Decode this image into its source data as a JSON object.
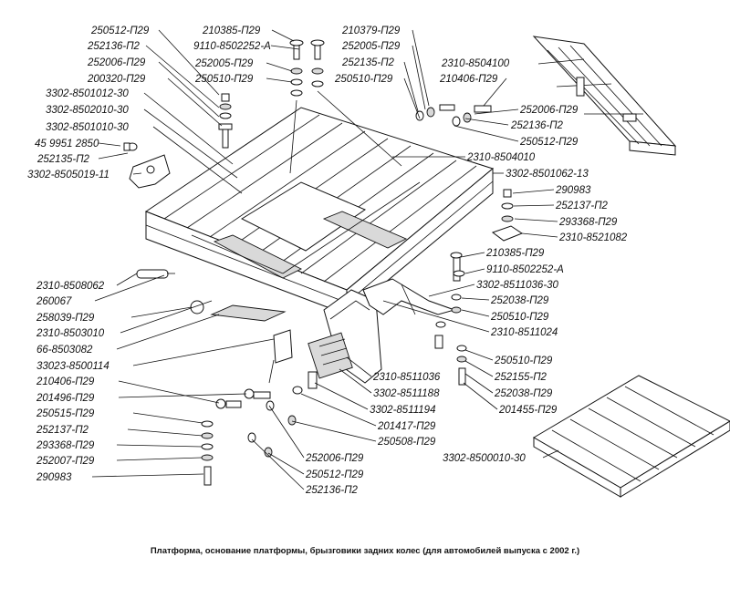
{
  "caption": "Платформа, основание платформы, брызговики задних колес (для автомобилей выпуска с 2002 г.)",
  "labels": {
    "l01": "250512-П29",
    "l02": "252136-П2",
    "l03": "252006-П29",
    "l04": "200320-П29",
    "l05": "3302-8501012-30",
    "l06": "3302-8502010-30",
    "l07": "3302-8501010-30",
    "l08": "45 9951 2850",
    "l09": "252135-П2",
    "l10": "3302-8505019-11",
    "l11": "210385-П29",
    "l12": "9110-8502252-А",
    "l13": "252005-П29",
    "l14": "250510-П29",
    "l15": "210379-П29",
    "l16": "252005-П29",
    "l17": "252135-П2",
    "l18": "250510-П29",
    "l19": "2310-8504100",
    "l20": "210406-П29",
    "l21": "252006-П29",
    "l22": "252136-П2",
    "l23": "250512-П29",
    "l24": "2310-8504010",
    "l25": "3302-8501062-13",
    "l26": "290983",
    "l27": "252137-П2",
    "l28": "293368-П29",
    "l29": "2310-8521082",
    "l30": "210385-П29",
    "l31": "9110-8502252-А",
    "l32": "3302-8511036-30",
    "l33": "252038-П29",
    "l34": "250510-П29",
    "l35": "2310-8511024",
    "l36": "2310-8508062",
    "l37": "260067",
    "l38": "258039-П29",
    "l39": "2310-8503010",
    "l40": "66-8503082",
    "l41": "33023-8500114",
    "l42": "210406-П29",
    "l43": "201496-П29",
    "l44": "250515-П29",
    "l45": "252137-П2",
    "l46": "293368-П29",
    "l47": "252007-П29",
    "l48": "290983",
    "l49": "2310-8511036",
    "l50": "3302-8511188",
    "l51": "3302-8511194",
    "l52": "201417-П29",
    "l53": "250508-П29",
    "l54": "252006-П29",
    "l55": "250512-П29",
    "l56": "252136-П2",
    "l57": "250510-П29",
    "l58": "252155-П2",
    "l59": "252038-П29",
    "l60": "201455-П29",
    "l61": "3302-8500010-30"
  }
}
